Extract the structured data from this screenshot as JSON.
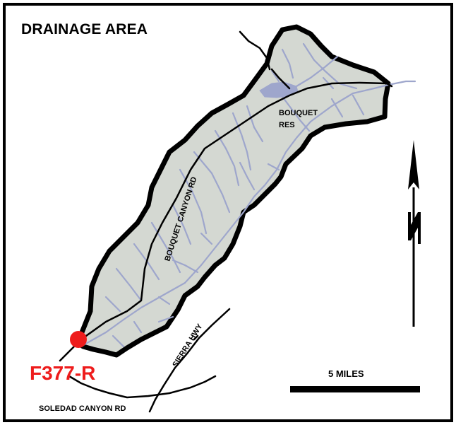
{
  "map": {
    "title": "DRAINAGE AREA",
    "site_label": "F377-R",
    "reservoir_line1": "BOUQUET",
    "reservoir_line2": "RES",
    "road_bouquet": "BOUQUET CANYON RD",
    "road_sierra": "SIERRA HWY",
    "road_soledad": "SOLEDAD CANYON RD",
    "scale_label": "5 MILES",
    "north_label": "N"
  },
  "colors": {
    "watershed_fill": "#d4d8d2",
    "stream": "#9ea6cc",
    "reservoir": "#9ea6cc",
    "site_marker": "#ee1c1c",
    "outline": "#000000"
  }
}
